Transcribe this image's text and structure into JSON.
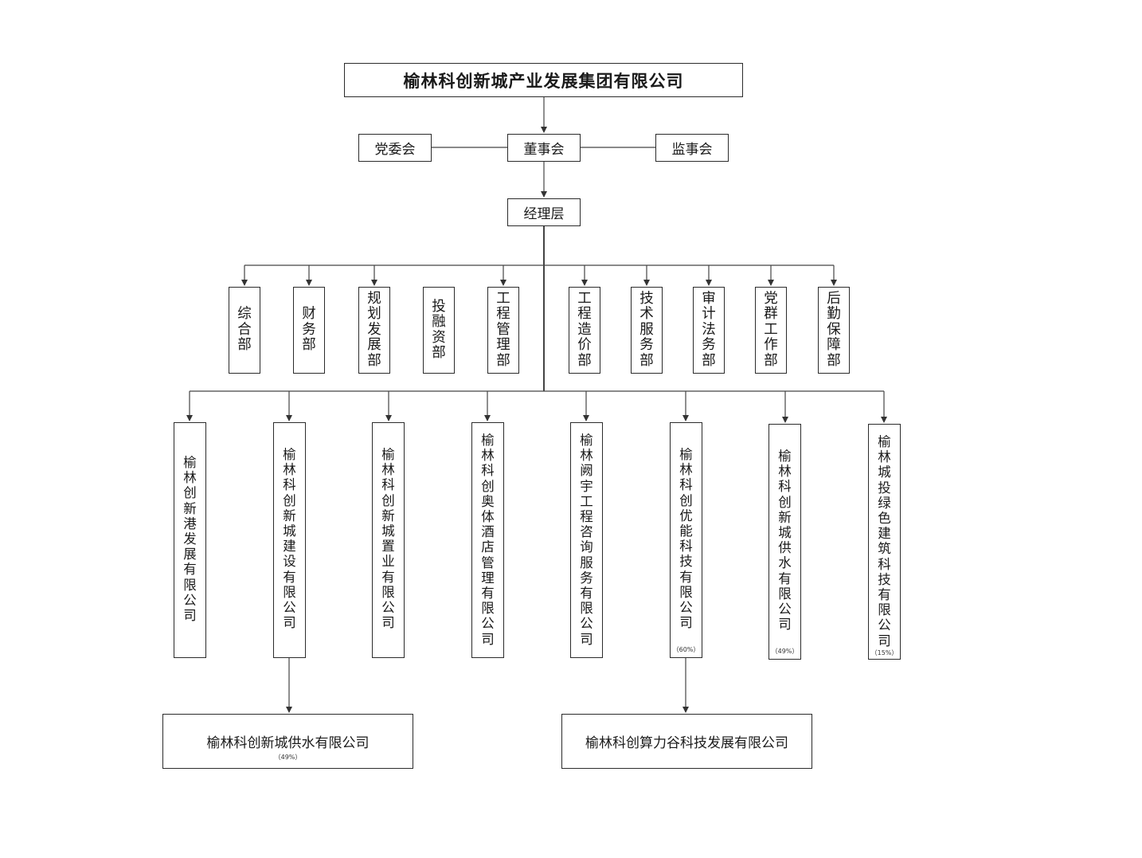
{
  "org": {
    "top": "榆林科创新城产业发展集团有限公司",
    "party": "党委会",
    "board": "董事会",
    "supervisory": "监事会",
    "manager": "经理层",
    "departments": [
      "综合部",
      "财务部",
      "规划发展部",
      "投融资部",
      "工程管理部",
      "工程造价部",
      "技术服务部",
      "审计法务部",
      "党群工作部",
      "后勤保障部"
    ],
    "subsidiaries": [
      {
        "name": "榆林创新港发展有限公司",
        "share": ""
      },
      {
        "name": "榆林科创新城建设有限公司",
        "share": ""
      },
      {
        "name": "榆林科创新城置业有限公司",
        "share": ""
      },
      {
        "name": "榆林科创奥体酒店管理有限公司",
        "share": ""
      },
      {
        "name": "榆林阙宇工程咨询服务有限公司",
        "share": ""
      },
      {
        "name": "榆林科创优能科技有限公司",
        "share": "（60%）"
      },
      {
        "name": "榆林科创新城供水有限公司",
        "share": "（49%）"
      },
      {
        "name": "榆林城投绿色建筑科技有限公司",
        "share": "（15%）"
      }
    ],
    "second_level": [
      {
        "name": "榆林科创新城供水有限公司",
        "share": "（49%）"
      },
      {
        "name": "榆林科创算力谷科技发展有限公司",
        "share": ""
      }
    ]
  }
}
